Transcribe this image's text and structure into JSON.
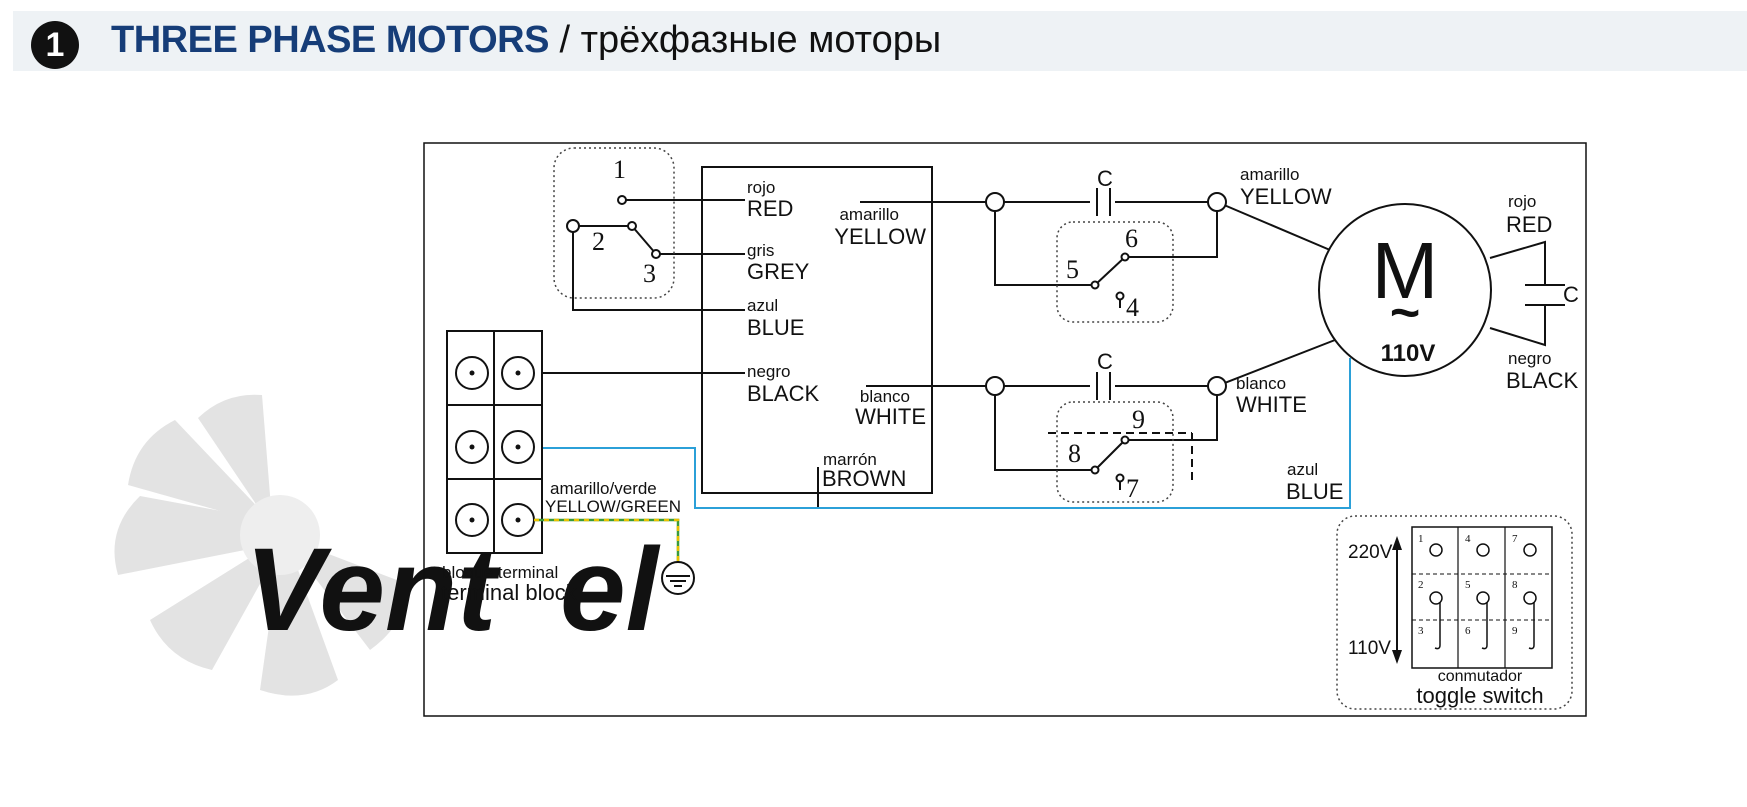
{
  "header": {
    "badge": "1",
    "title_en": "THREE PHASE MOTORS",
    "separator": " / ",
    "title_ru": "трёхфазные моторы"
  },
  "watermark": {
    "text": "Vent",
    "accent": "el",
    "gray": "#c2c2c2",
    "blue": "#cfe2f2"
  },
  "colors": {
    "title": "#163d78",
    "blue_wire": "#2ba0d8",
    "ground_green": "#3a9a3a",
    "ground_yellow": "#e8c100"
  },
  "diagram": {
    "switch1": {
      "pins": [
        "1",
        "2",
        "3"
      ]
    },
    "left_wires": {
      "red": {
        "es": "rojo",
        "en": "RED"
      },
      "grey": {
        "es": "gris",
        "en": "GREY"
      },
      "blue": {
        "es": "azul",
        "en": "BLUE"
      },
      "black": {
        "es": "negro",
        "en": "BLACK"
      }
    },
    "box_right": {
      "yellow": {
        "es": "amarillo",
        "en": "YELLOW"
      },
      "white": {
        "es": "blanco",
        "en": "WHITE"
      },
      "brown": {
        "es": "marrón",
        "en": "BROWN"
      }
    },
    "cap_label": "C",
    "switch2": {
      "pins": [
        "4",
        "5",
        "6"
      ]
    },
    "switch3": {
      "pins": [
        "7",
        "8",
        "9"
      ]
    },
    "motor_wires": {
      "yellow": {
        "es": "amarillo",
        "en": "YELLOW"
      },
      "white": {
        "es": "blanco",
        "en": "WHITE"
      },
      "blue": {
        "es": "azul",
        "en": "BLUE"
      },
      "red": {
        "es": "rojo",
        "en": "RED"
      },
      "black": {
        "es": "negro",
        "en": "BLACK"
      }
    },
    "motor": {
      "letter": "M",
      "symbol": "~",
      "voltage": "110V"
    },
    "ground": {
      "es": "amarillo/verde",
      "en": "YELLOW/GREEN"
    },
    "terminal_block": {
      "es": "bloque terminal",
      "en": "terminal block"
    },
    "toggle": {
      "high": "220V",
      "low": "110V",
      "es": "conmutador",
      "en": "toggle switch",
      "cells": [
        "1",
        "4",
        "7",
        "2",
        "5",
        "8",
        "3",
        "6",
        "9"
      ]
    }
  }
}
